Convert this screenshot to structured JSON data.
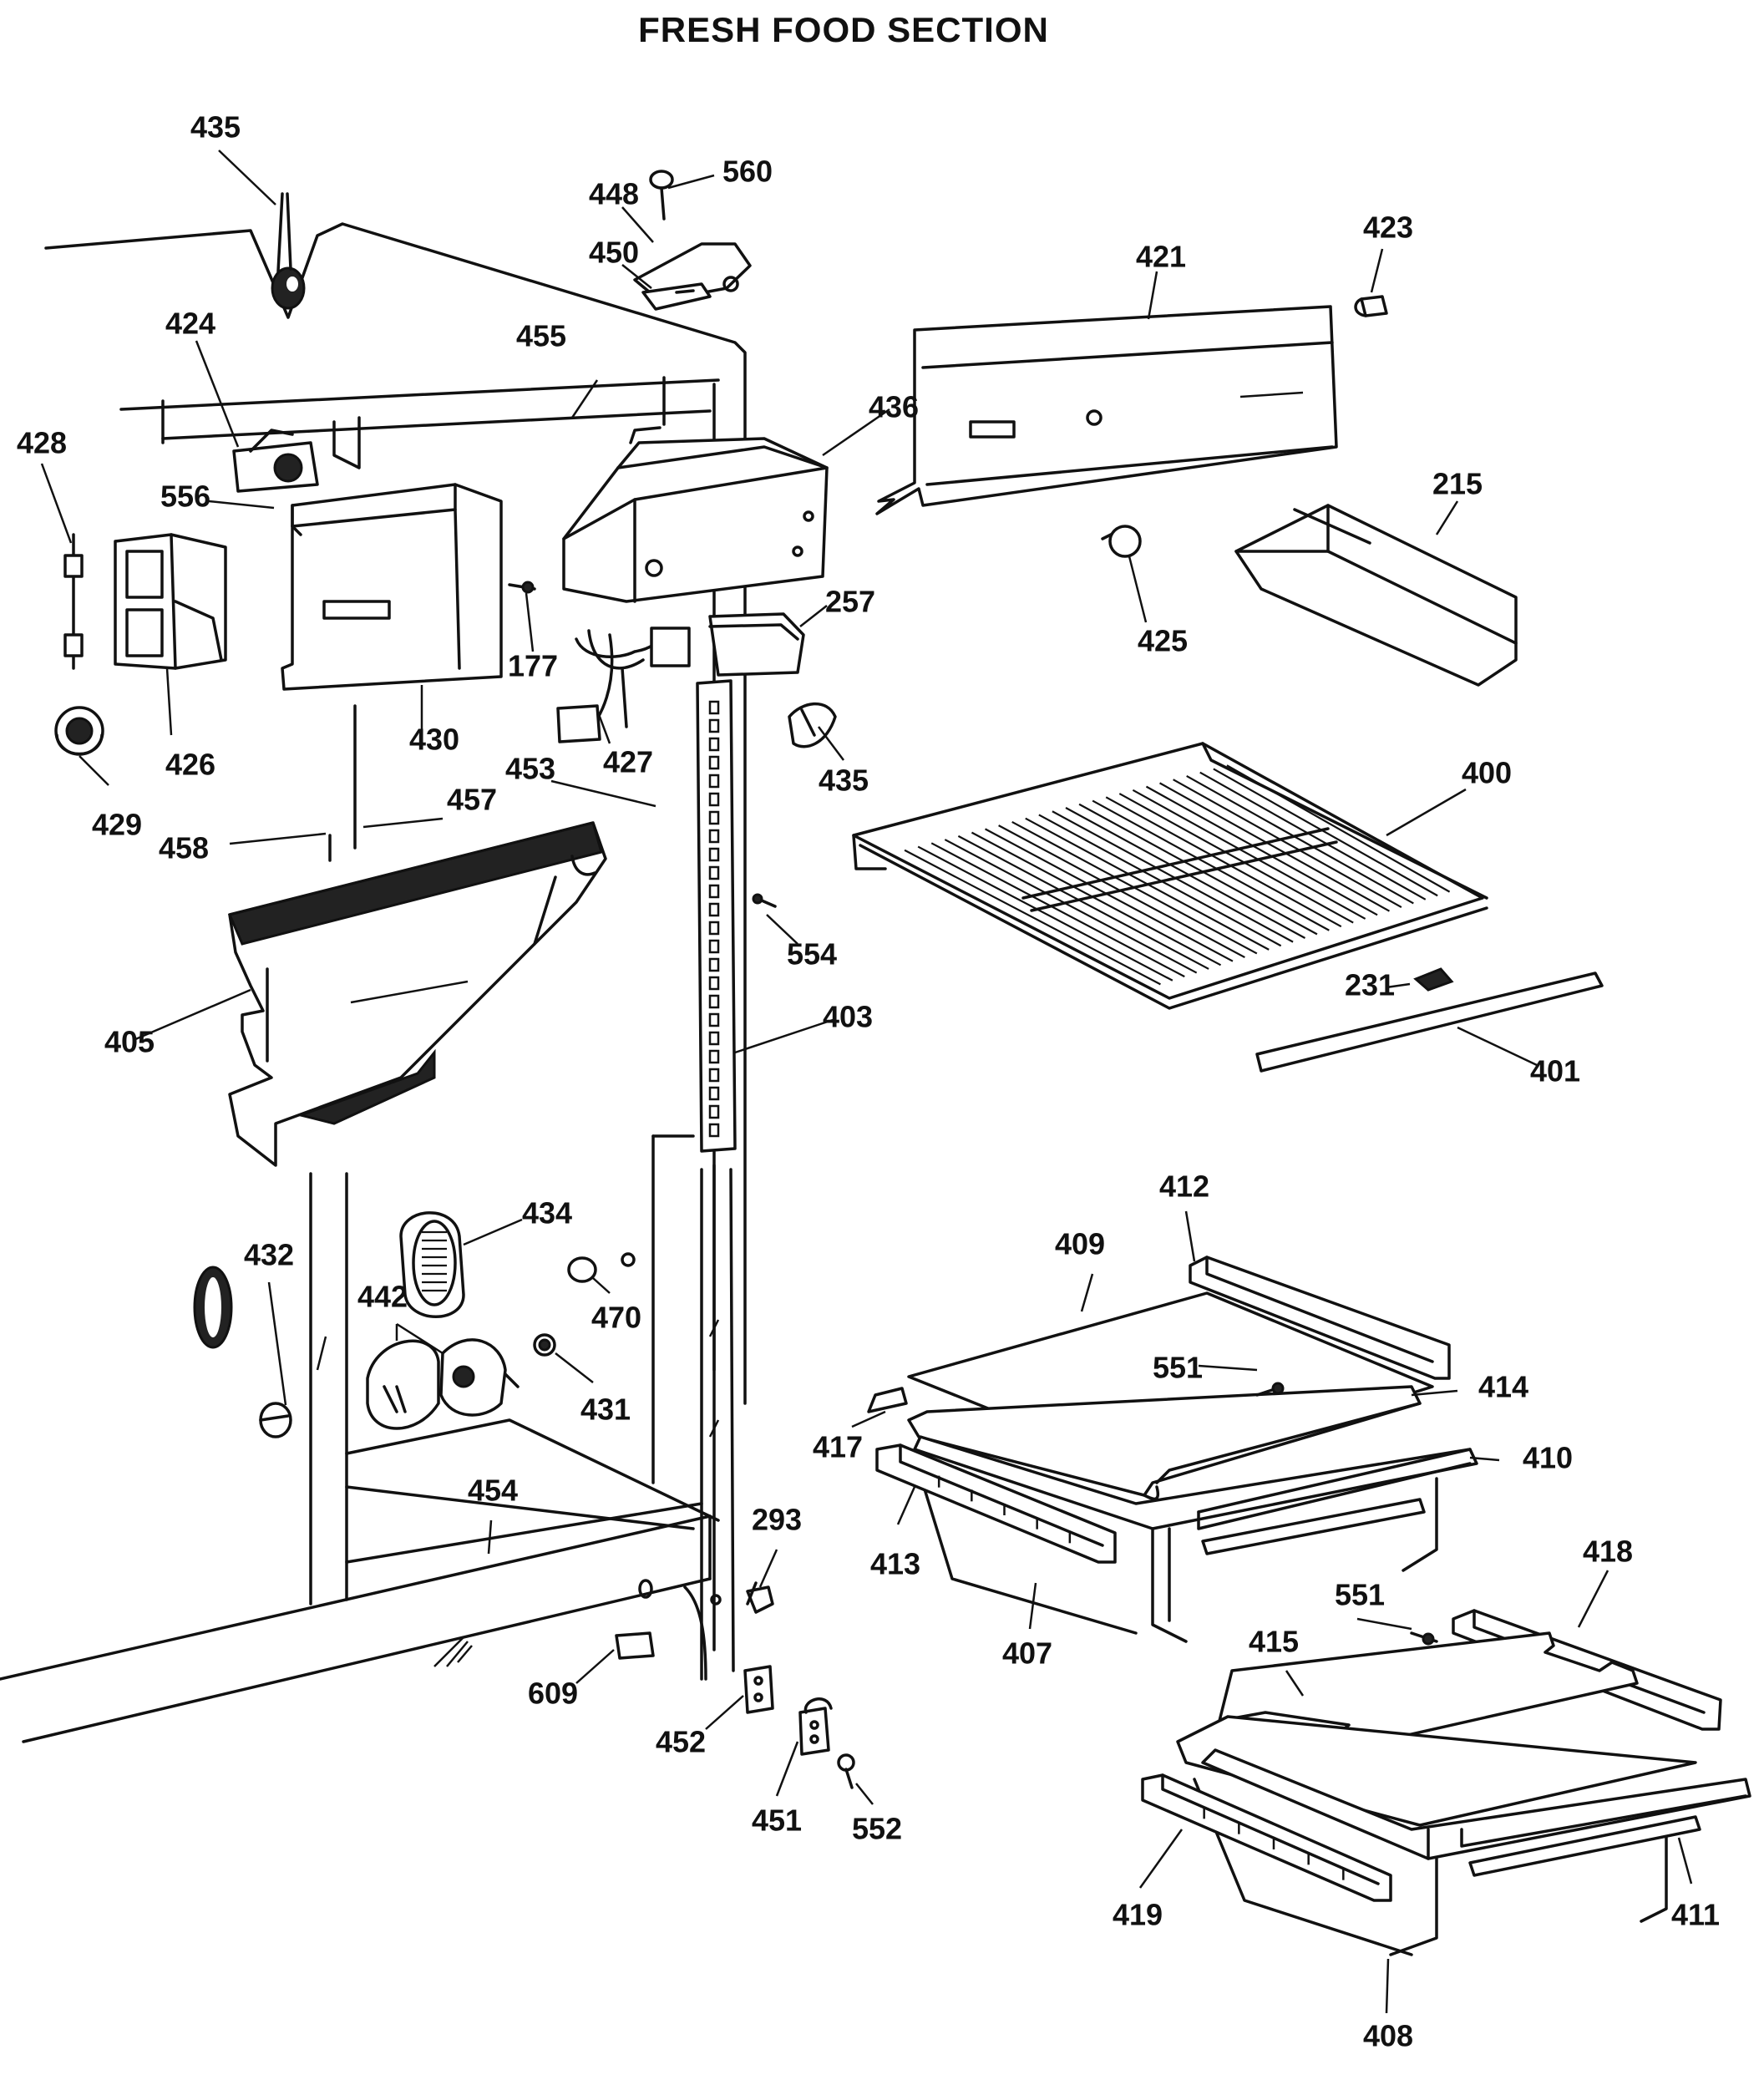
{
  "title": "FRESH FOOD SECTION",
  "callouts": [
    {
      "id": "435a",
      "text": "435"
    },
    {
      "id": "448",
      "text": "448"
    },
    {
      "id": "560",
      "text": "560"
    },
    {
      "id": "450",
      "text": "450"
    },
    {
      "id": "421",
      "text": "421"
    },
    {
      "id": "423",
      "text": "423"
    },
    {
      "id": "424",
      "text": "424"
    },
    {
      "id": "455",
      "text": "455"
    },
    {
      "id": "436",
      "text": "436"
    },
    {
      "id": "428",
      "text": "428"
    },
    {
      "id": "556",
      "text": "556"
    },
    {
      "id": "215",
      "text": "215"
    },
    {
      "id": "425",
      "text": "425"
    },
    {
      "id": "177",
      "text": "177"
    },
    {
      "id": "257",
      "text": "257"
    },
    {
      "id": "426",
      "text": "426"
    },
    {
      "id": "430",
      "text": "430"
    },
    {
      "id": "427",
      "text": "427"
    },
    {
      "id": "429",
      "text": "429"
    },
    {
      "id": "453",
      "text": "453"
    },
    {
      "id": "435b",
      "text": "435"
    },
    {
      "id": "400",
      "text": "400"
    },
    {
      "id": "457",
      "text": "457"
    },
    {
      "id": "458",
      "text": "458"
    },
    {
      "id": "554",
      "text": "554"
    },
    {
      "id": "405",
      "text": "405"
    },
    {
      "id": "403",
      "text": "403"
    },
    {
      "id": "231",
      "text": "231"
    },
    {
      "id": "401",
      "text": "401"
    },
    {
      "id": "412",
      "text": "412"
    },
    {
      "id": "434",
      "text": "434"
    },
    {
      "id": "409",
      "text": "409"
    },
    {
      "id": "432",
      "text": "432"
    },
    {
      "id": "470",
      "text": "470"
    },
    {
      "id": "442",
      "text": "442"
    },
    {
      "id": "551a",
      "text": "551"
    },
    {
      "id": "414",
      "text": "414"
    },
    {
      "id": "431",
      "text": "431"
    },
    {
      "id": "417",
      "text": "417"
    },
    {
      "id": "410",
      "text": "410"
    },
    {
      "id": "454",
      "text": "454"
    },
    {
      "id": "293",
      "text": "293"
    },
    {
      "id": "413",
      "text": "413"
    },
    {
      "id": "418",
      "text": "418"
    },
    {
      "id": "407",
      "text": "407"
    },
    {
      "id": "551b",
      "text": "551"
    },
    {
      "id": "415",
      "text": "415"
    },
    {
      "id": "609",
      "text": "609"
    },
    {
      "id": "452",
      "text": "452"
    },
    {
      "id": "451",
      "text": "451"
    },
    {
      "id": "552",
      "text": "552"
    },
    {
      "id": "419",
      "text": "419"
    },
    {
      "id": "411",
      "text": "411"
    },
    {
      "id": "408",
      "text": "408"
    }
  ]
}
